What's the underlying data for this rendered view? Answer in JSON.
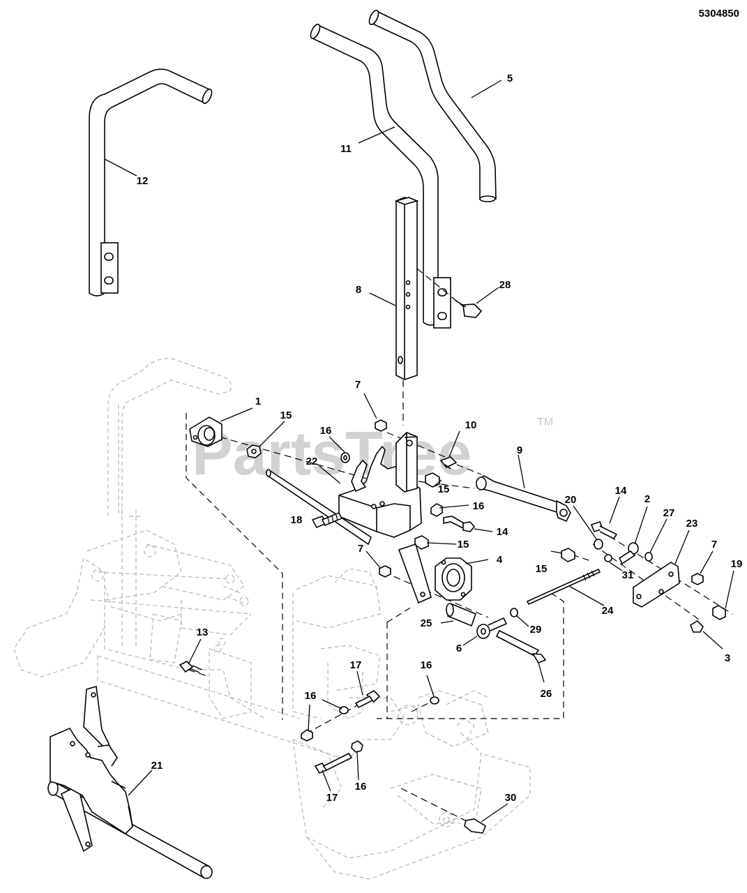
{
  "diagram_id": "5304850",
  "watermark": {
    "text": "PartsTree",
    "trademark": "TM"
  },
  "callouts": {
    "c1": "1",
    "c2": "2",
    "c3": "3",
    "c4": "4",
    "c5": "5",
    "c6": "6",
    "c7a": "7",
    "c7b": "7",
    "c7c": "7",
    "c8": "8",
    "c9": "9",
    "c10": "10",
    "c11": "11",
    "c12": "12",
    "c13": "13",
    "c14a": "14",
    "c14b": "14",
    "c15a": "15",
    "c15b": "15",
    "c15c": "15",
    "c15d": "15",
    "c16a": "16",
    "c16b": "16",
    "c16c": "16",
    "c16d": "16",
    "c16e": "16",
    "c17a": "17",
    "c17b": "17",
    "c18": "18",
    "c19": "19",
    "c20": "20",
    "c21": "21",
    "c22": "22",
    "c23": "23",
    "c24": "24",
    "c25": "25",
    "c26": "26",
    "c27": "27",
    "c28": "28",
    "c29": "29",
    "c30": "30",
    "c31": "31"
  }
}
